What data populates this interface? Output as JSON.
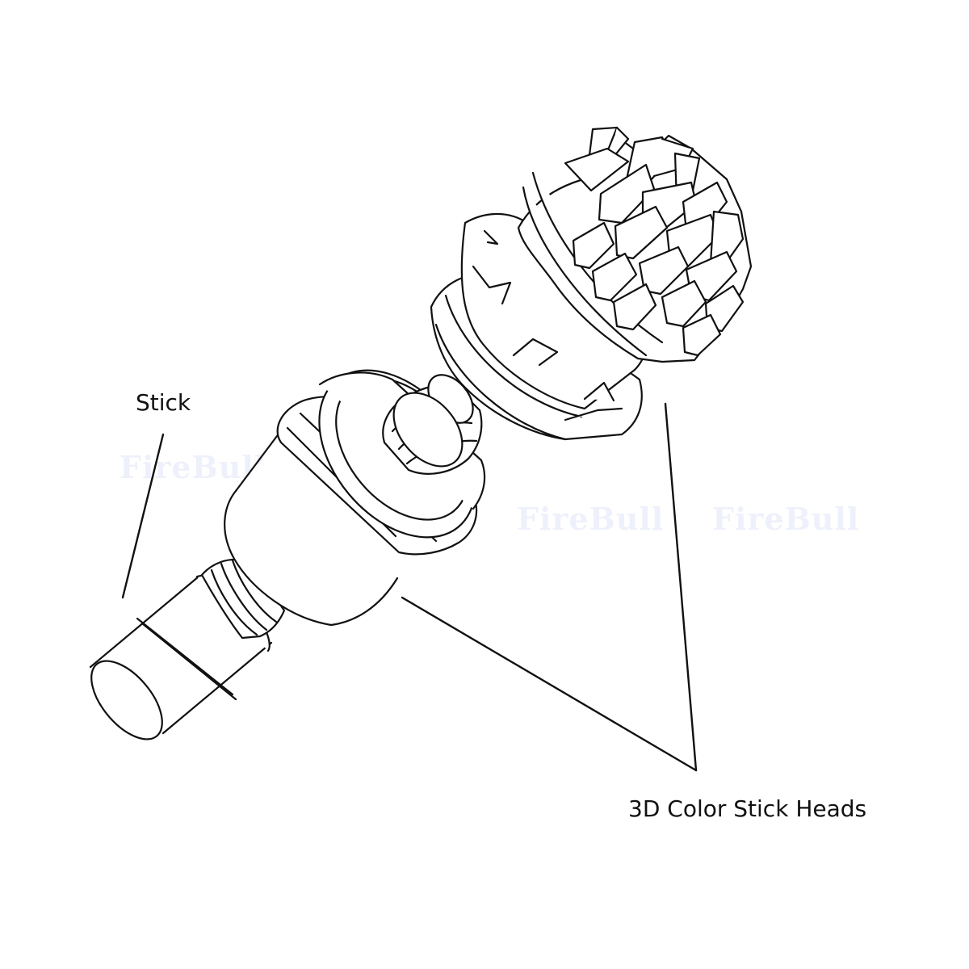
{
  "labels": {
    "stick": "Stick",
    "heads": "3D Color Stick Heads"
  },
  "watermark": {
    "text": "FireBull"
  },
  "colors": {
    "line": "#111111",
    "watermark": "#eef1fb",
    "background": "#ffffff"
  }
}
